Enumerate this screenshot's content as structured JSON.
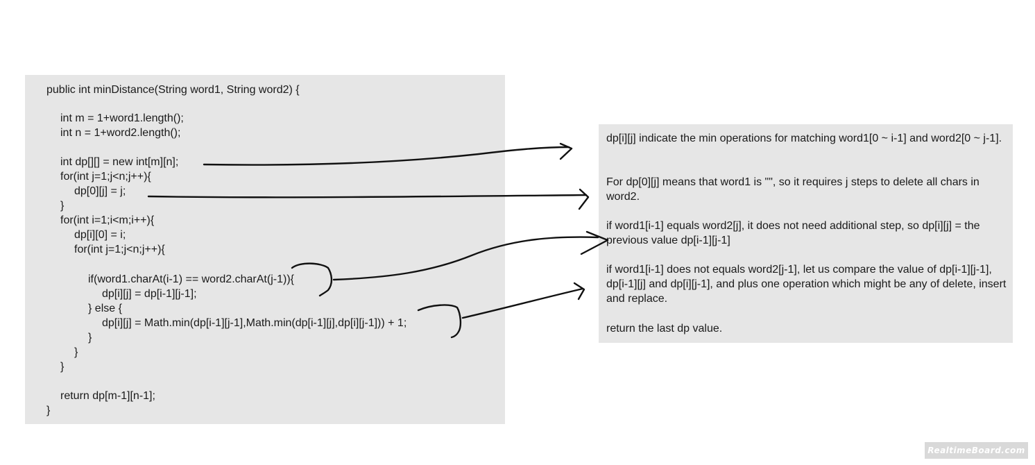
{
  "code": {
    "lines": [
      "public int minDistance(String word1, String word2) {",
      "int m = 1+word1.length();",
      "int n = 1+word2.length();",
      "int dp[][] = new int[m][n];",
      "for(int j=1;j<n;j++){",
      "dp[0][j] = j;",
      "}",
      "for(int i=1;i<m;i++){",
      "dp[i][0] = i;",
      "for(int j=1;j<n;j++){",
      "if(word1.charAt(i-1) == word2.charAt(j-1)){",
      "dp[i][j] = dp[i-1][j-1];",
      "} else {",
      "dp[i][j] = Math.min(dp[i-1][j-1],Math.min(dp[i-1][j],dp[i][j-1])) + 1;",
      "}",
      "}",
      "}",
      "return dp[m-1][n-1];",
      "}"
    ]
  },
  "notes": {
    "items": [
      "dp[i][j] indicate the min operations for matching word1[0 ~ i-1] and word2[0 ~ j-1].",
      "For dp[0][j] means that word1 is \"\", so it requires j steps to delete all chars in word2.",
      "if word1[i-1] equals word2[j], it does not need additional step, so dp[i][j] = the previous value dp[i-1][j-1]",
      "if word1[i-1] does not equals word2[j-1], let us compare the value of dp[i-1][j-1], dp[i-1][j] and dp[i][j-1], and plus one operation which might be any of delete, insert and replace.",
      "return the last dp value."
    ]
  },
  "watermark": {
    "text": "RealtimeBoard.com"
  }
}
